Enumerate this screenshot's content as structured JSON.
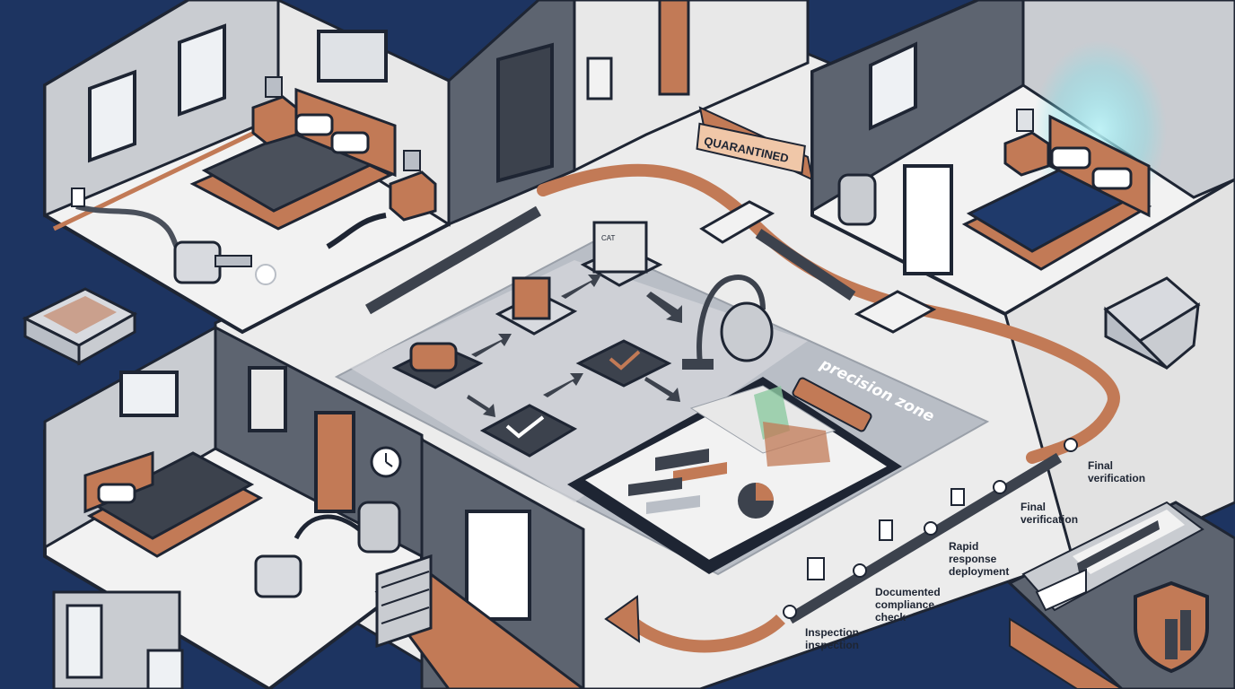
{
  "tape": {
    "label": "QUARANTINED"
  },
  "zone": {
    "label": "precision zone"
  },
  "equipment": {
    "unit_label": "CAT"
  },
  "timeline": {
    "steps": [
      {
        "line1": "Inspection",
        "line2": "inspection"
      },
      {
        "line1": "Documented",
        "line2": "compliance",
        "line3": "check"
      },
      {
        "line1": "Rapid",
        "line2": "response",
        "line3": "deployment"
      },
      {
        "line1": "Final",
        "line2": "verification"
      },
      {
        "line1": "Final",
        "line2": "verification"
      }
    ]
  },
  "colors": {
    "navy": "#1d3461",
    "copper": "#c27a56",
    "wall_gray": "#5d6470",
    "floor_light": "#eeeeee",
    "outline": "#1e2533",
    "glow": "#7fe3ec"
  }
}
